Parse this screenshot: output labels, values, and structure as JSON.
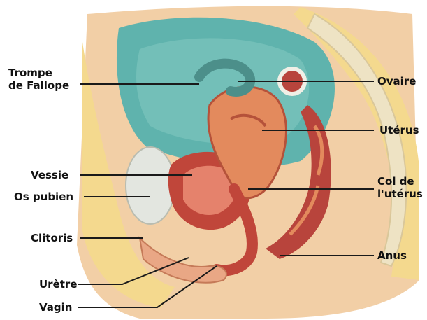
{
  "labels": {
    "trompe": "Trompe\nde Fallope",
    "vessie": "Vessie",
    "os_pubien": "Os pubien",
    "clitoris": "Clitoris",
    "uretre": "Urètre",
    "vagin": "Vagin",
    "ovaire": "Ovaire",
    "uterus": "Utérus",
    "col": "Col de\nl'utérus",
    "anus": "Anus"
  },
  "colors": {
    "background": "#ffffff",
    "skin": "#f2cfa6",
    "fat": "#f4d98e",
    "bone": "#eee3c4",
    "peritoneum": "#5fb3ad",
    "tissue_red": "#c0463a",
    "bladder_pink": "#e5826c",
    "uterus": "#e38a5d",
    "rectum": "#b8443c",
    "leader": "#1a1a1a",
    "text": "#111111"
  }
}
